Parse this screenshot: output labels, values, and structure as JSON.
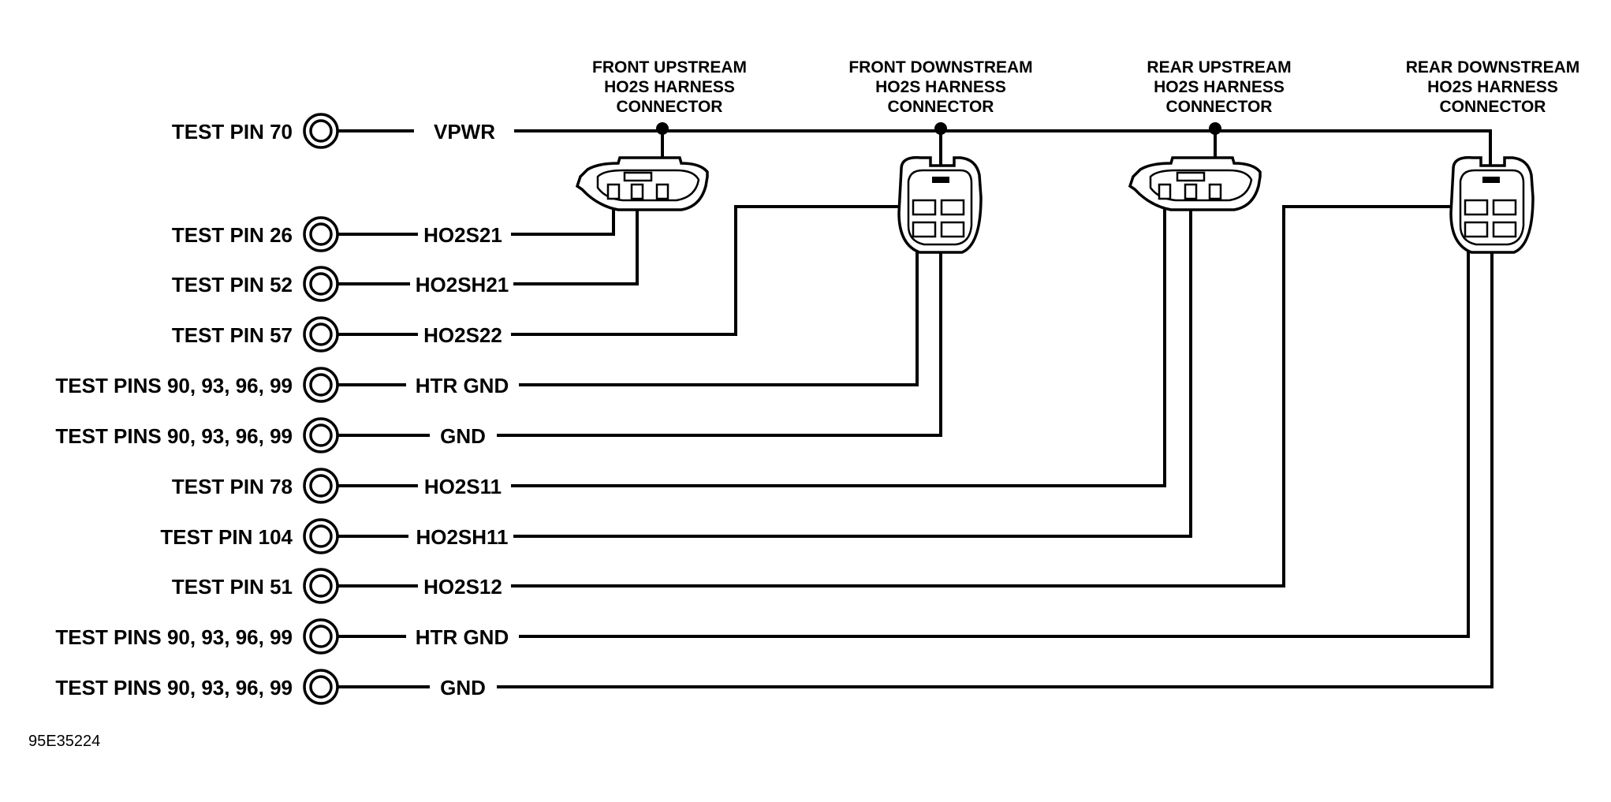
{
  "connectors": [
    {
      "id": "front-upstream",
      "lines": [
        "FRONT UPSTREAM",
        "HO2S HARNESS",
        "CONNECTOR"
      ]
    },
    {
      "id": "front-downstream",
      "lines": [
        "FRONT DOWNSTREAM",
        "HO2S HARNESS",
        "CONNECTOR"
      ]
    },
    {
      "id": "rear-upstream",
      "lines": [
        "REAR UPSTREAM",
        "HO2S HARNESS",
        "CONNECTOR"
      ]
    },
    {
      "id": "rear-downstream",
      "lines": [
        "REAR DOWNSTREAM",
        "HO2S HARNESS",
        "CONNECTOR"
      ]
    }
  ],
  "rows": [
    {
      "pin": "TEST PIN 70",
      "signal": "VPWR"
    },
    {
      "pin": "TEST PIN 26",
      "signal": "HO2S21"
    },
    {
      "pin": "TEST PIN 52",
      "signal": "HO2SH21"
    },
    {
      "pin": "TEST PIN 57",
      "signal": "HO2S22"
    },
    {
      "pin": "TEST PINS 90, 93, 96, 99",
      "signal": "HTR GND"
    },
    {
      "pin": "TEST PINS 90, 93, 96, 99",
      "signal": "GND"
    },
    {
      "pin": "TEST PIN 78",
      "signal": "HO2S11"
    },
    {
      "pin": "TEST PIN 104",
      "signal": "HO2SH11"
    },
    {
      "pin": "TEST PIN 51",
      "signal": "HO2S12"
    },
    {
      "pin": "TEST PINS 90, 93, 96, 99",
      "signal": "HTR GND"
    },
    {
      "pin": "TEST PINS 90, 93, 96, 99",
      "signal": "GND"
    }
  ],
  "figure_id": "95E35224"
}
